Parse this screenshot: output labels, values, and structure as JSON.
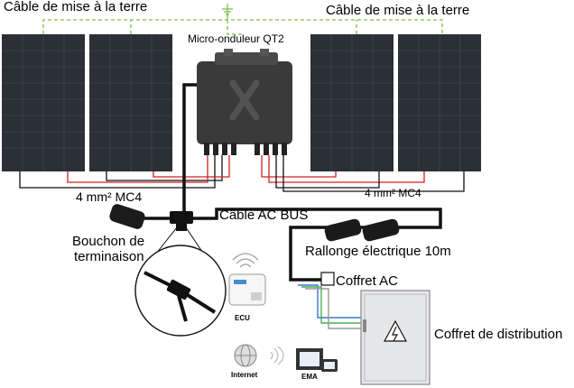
{
  "labels": {
    "ground_left": "Câble de mise à la terre",
    "ground_right": "Câble de mise à la terre",
    "micro_inverter": "Micro-onduleur QT2",
    "mc4_left": "4 mm² MC4",
    "mc4_right": "4 mm² MC4",
    "ac_bus": "Câble AC BUS",
    "end_cap_line1": "Bouchon de",
    "end_cap_line2": "terminaison",
    "extension": "Rallonge électrique 10m",
    "ac_box": "Coffret AC",
    "distribution_box": "Coffret de distribution",
    "ecu": "ECU",
    "internet": "Internet",
    "ema": "EMA"
  },
  "colors": {
    "panel": "#2b2f36",
    "panel_cell_line": "#4a4f57",
    "ground_wire": "#7cc04a",
    "dc_red": "#d42020",
    "cable": "#111111",
    "inverter": "#3a3a3a",
    "box": "#e6e7e9",
    "ac_blue": "#3a78c9",
    "ac_green": "#4caf50"
  },
  "icons": [
    "ground-icon",
    "wifi-icon",
    "ecu-device-icon",
    "globe-icon",
    "ema-devices-icon",
    "lightning-icon"
  ]
}
